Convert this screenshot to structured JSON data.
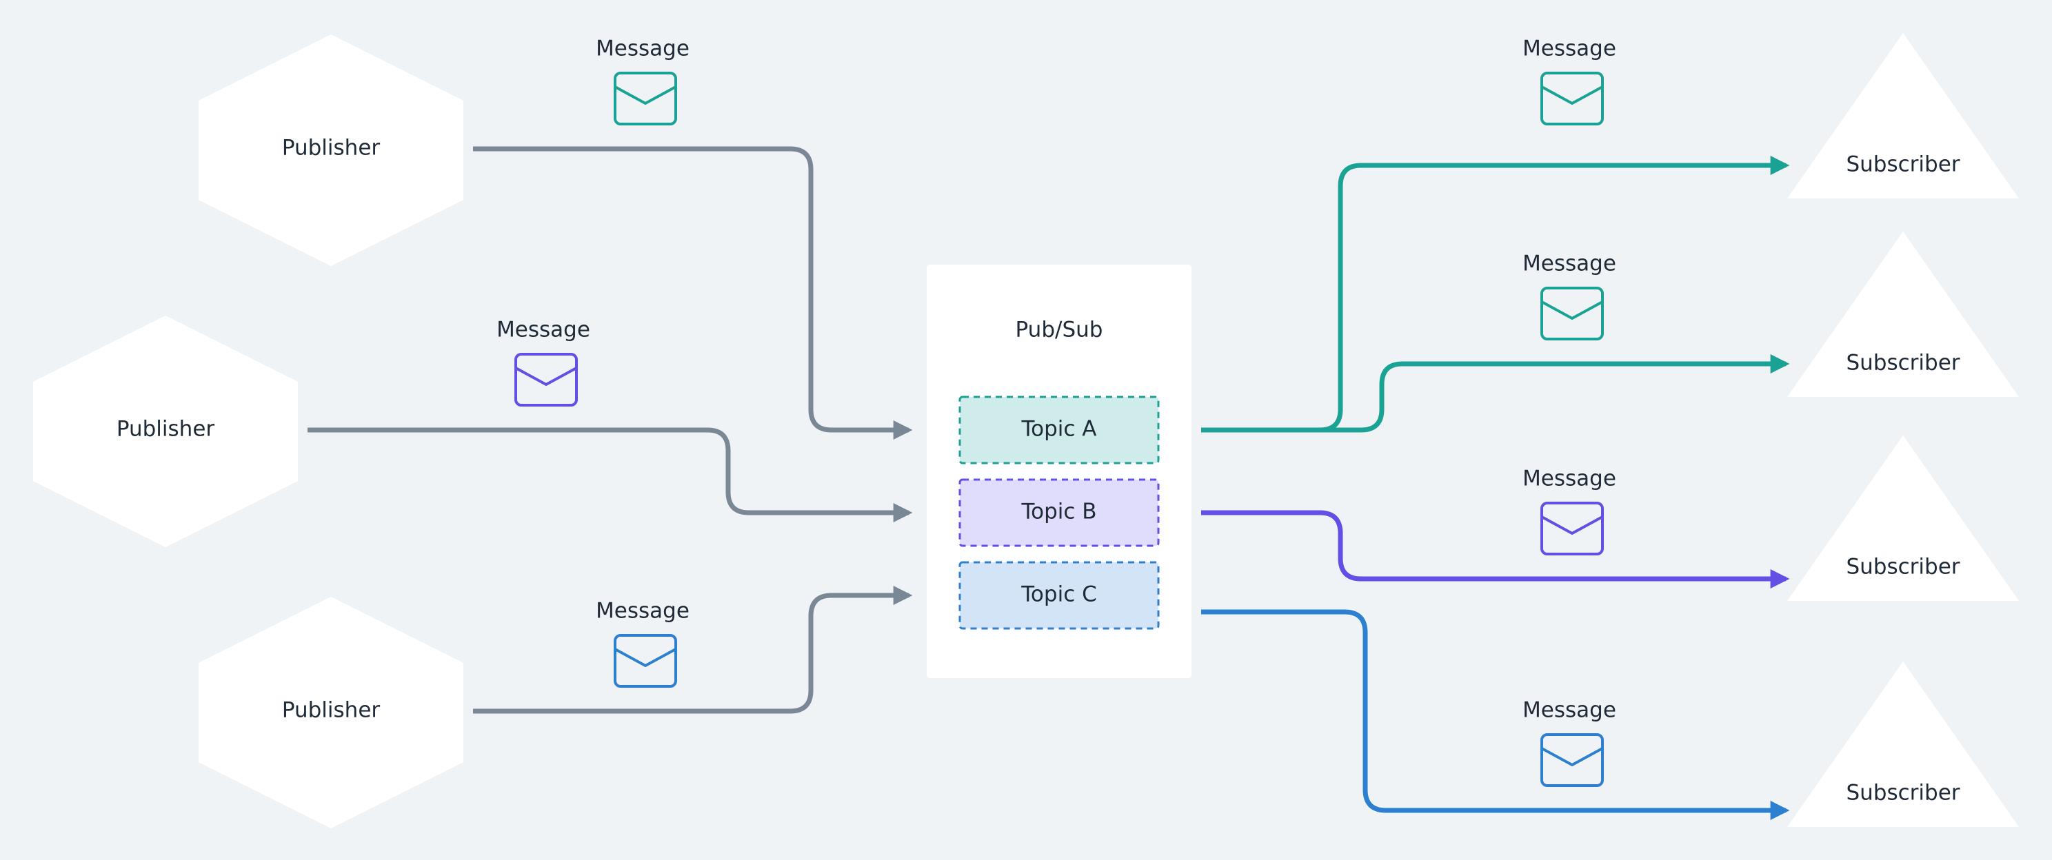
{
  "broker": {
    "title": "Pub/Sub"
  },
  "topics": [
    {
      "id": "a",
      "label": "Topic A",
      "color": "#1aa394",
      "fill": "#d0ecea"
    },
    {
      "id": "b",
      "label": "Topic B",
      "color": "#6150e3",
      "fill": "#e0dcfb"
    },
    {
      "id": "c",
      "label": "Topic C",
      "color": "#2d80cf",
      "fill": "#d3e4f6"
    }
  ],
  "publishers": [
    {
      "label": "Publisher",
      "message": "Message",
      "topic": "a"
    },
    {
      "label": "Publisher",
      "message": "Message",
      "topic": "b"
    },
    {
      "label": "Publisher",
      "message": "Message",
      "topic": "c"
    }
  ],
  "subscribers": [
    {
      "label": "Subscriber",
      "message": "Message",
      "topic": "a"
    },
    {
      "label": "Subscriber",
      "message": "Message",
      "topic": "a"
    },
    {
      "label": "Subscriber",
      "message": "Message",
      "topic": "b"
    },
    {
      "label": "Subscriber",
      "message": "Message",
      "topic": "c"
    }
  ],
  "colors": {
    "background": "#f0f3f6",
    "publisher_link": "#7a8896",
    "node_fill": "#ffffff",
    "text": "#1f2a37"
  }
}
